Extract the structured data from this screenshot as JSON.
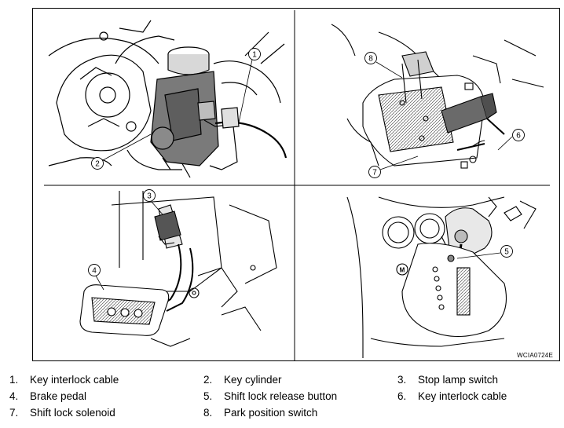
{
  "figure_ref": "WCIA0724E",
  "callouts": [
    "1",
    "2",
    "3",
    "4",
    "5",
    "6",
    "7",
    "8"
  ],
  "legend": [
    {
      "num": "1.",
      "label": "Key interlock cable"
    },
    {
      "num": "2.",
      "label": "Key cylinder"
    },
    {
      "num": "3.",
      "label": "Stop lamp switch"
    },
    {
      "num": "4.",
      "label": "Brake pedal"
    },
    {
      "num": "5.",
      "label": "Shift lock release button"
    },
    {
      "num": "6.",
      "label": "Key interlock cable"
    },
    {
      "num": "7.",
      "label": "Shift lock solenoid"
    },
    {
      "num": "8.",
      "label": "Park position switch"
    }
  ],
  "shifter_mark": "M"
}
